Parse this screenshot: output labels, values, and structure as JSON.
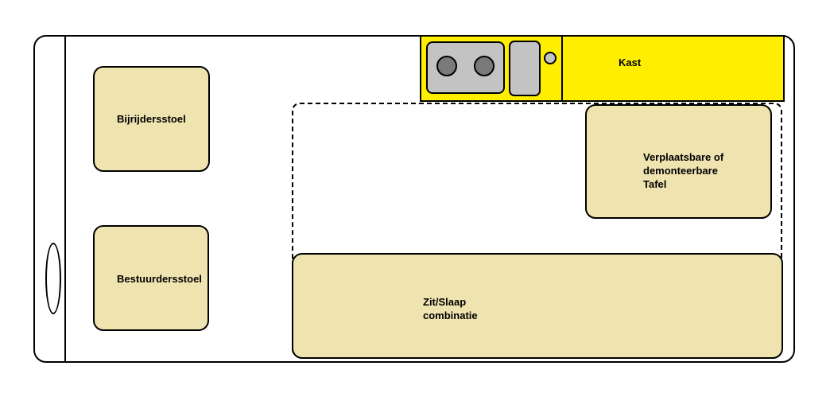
{
  "colors": {
    "seat_fill": "#efe3b0",
    "kitchen_fill": "#ffee00",
    "appliance_fill": "#c3c3c3",
    "burner_fill": "#7a7a7a",
    "outline": "#000000"
  },
  "labels": {
    "passenger_seat": "Bijrijdersstoel",
    "driver_seat": "Bestuurdersstoel",
    "cabinet": "Kast",
    "table": [
      "Verplaatsbare of",
      "demonteerbare",
      "Tafel"
    ],
    "bed": [
      "Zit/Slaap",
      "combinatie"
    ]
  }
}
